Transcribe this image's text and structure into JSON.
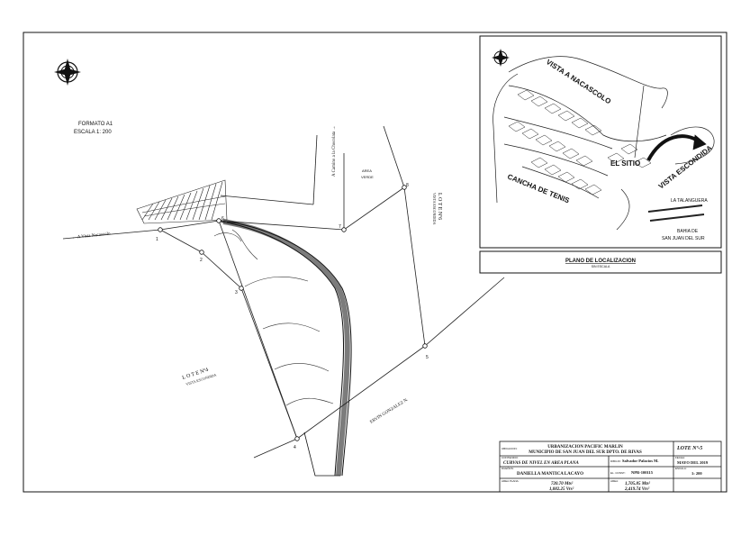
{
  "sheet": {
    "formato": "FORMATO A1",
    "escala": "ESCALA  1: 200"
  },
  "labels": {
    "vista_nacascolo": "← A Vista Nacascolo",
    "camino_chocolata": "A Camino a la Chocolata →",
    "area_verde_1": "AREA",
    "area_verde_2": "VERDE",
    "lote_left_1": "L O T E   Nº4",
    "lote_left_2": "VISTA ESCONDIDA",
    "lote_right_1": "L O T E   Nº6",
    "lote_right_2": "VISTA ESCONDIDA",
    "ervin": "ERVIN GONZALEZ N.",
    "vertices": [
      "1",
      "2",
      "3",
      "4",
      "5",
      "6",
      "7",
      "8"
    ]
  },
  "location_plan": {
    "vista_nacascolo": "VISTA A NACASCOLO",
    "el_sitio": "EL SITIO",
    "cancha_tenis": "CANCHA DE TENIS",
    "vista_escondida": "VISTA ESCONDIDA",
    "la_talanguera": "LA TALANGUERA",
    "bahia_1": "BAHIA DE",
    "bahia_2": "SAN JUAN DEL SUR",
    "title": "PLANO DE LOCALIZACION",
    "subtitle": "SIN ESCALA"
  },
  "title_block": {
    "ubicacion_label": "UBICACION:",
    "proyecto_line1": "URBANIZACION PACIFIC  MARLIN",
    "proyecto_line2": "MUNICIPIO DE SAN JUAN DEL SUR   DPTO. DE RIVAS",
    "lote": "LOTE Nº-5",
    "contenido_label": "CONTENIDO:",
    "contenido": "CURVAS DE NIVEL EN AREA PLANA",
    "dibujo_label": "DIBUJO:",
    "dibujo": "Salvador Palacios M.",
    "fecha_label": "FECHA:",
    "fecha": "MAYO DEL 2019",
    "duenos_label": "DUEÑOS:",
    "duenos": "DANIELLA MANTICA LACAYO",
    "codigo_label": "EL. CONST.:",
    "codigo": "NPR-100115",
    "escala_label": "ESCALA:",
    "escala": "1: 200",
    "area_plana_label": "AREA PLANA:",
    "area_plana_1": "720.70  Mts²",
    "area_plana_2": "1,082.25  Vrs²",
    "area_label": "AREA:",
    "area_1": "1,705.85  Mts²",
    "area_2": "2,419.74  Vrs²"
  }
}
